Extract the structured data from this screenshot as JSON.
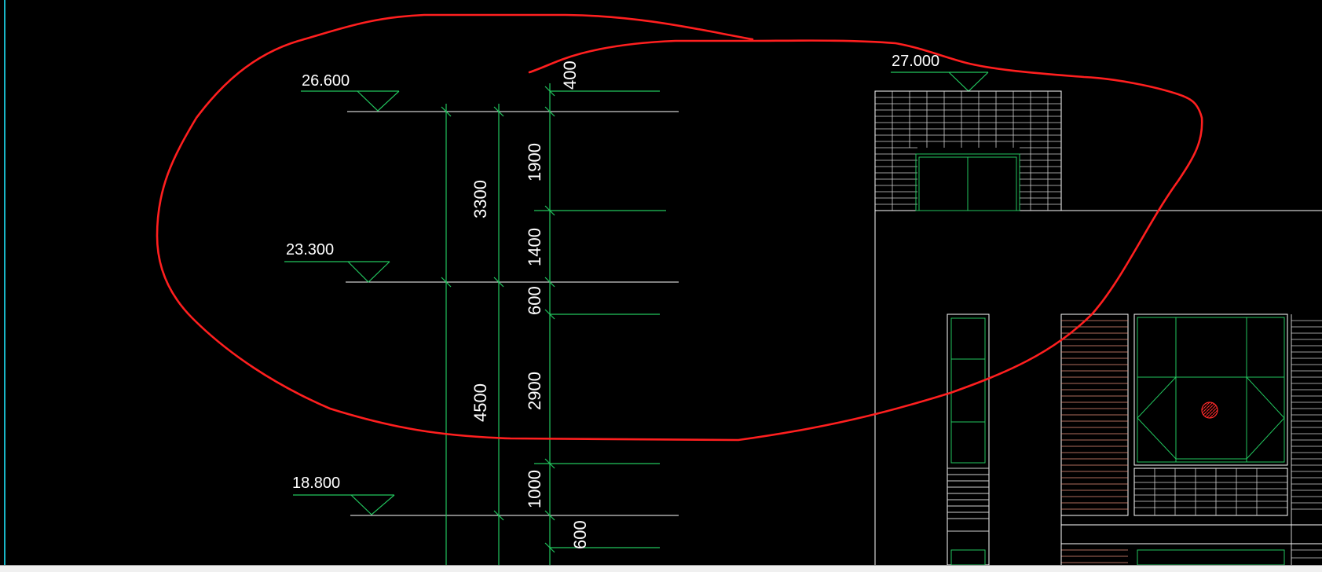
{
  "colors": {
    "background": "#000000",
    "white_line": "#ffffff",
    "dimension_green": "#22c55e",
    "markup_red": "#ff1f1f",
    "hatch_orange": "#e88f7a",
    "edge_cyan": "#19b6c7",
    "statusbar": "#f0f0f0"
  },
  "elevations": [
    {
      "id": "lvl-27000",
      "text": "27.000"
    },
    {
      "id": "lvl-26600",
      "text": "26.600"
    },
    {
      "id": "lvl-23300",
      "text": "23.300"
    },
    {
      "id": "lvl-18800",
      "text": "18.800"
    }
  ],
  "dimensions": {
    "outer": [
      {
        "id": "dim-3300",
        "text": "3300"
      },
      {
        "id": "dim-4500",
        "text": "4500"
      }
    ],
    "inner": [
      {
        "id": "dim-400",
        "text": "400"
      },
      {
        "id": "dim-1900",
        "text": "1900"
      },
      {
        "id": "dim-1400",
        "text": "1400"
      },
      {
        "id": "dim-600a",
        "text": "600"
      },
      {
        "id": "dim-2900",
        "text": "2900"
      },
      {
        "id": "dim-1000",
        "text": "1000"
      },
      {
        "id": "dim-600b",
        "text": "600"
      }
    ]
  },
  "icons": {
    "symbol": "hatched-circle-icon",
    "level_marker": "elevation-triangle-icon",
    "markup": "red-freehand-loop-icon"
  }
}
